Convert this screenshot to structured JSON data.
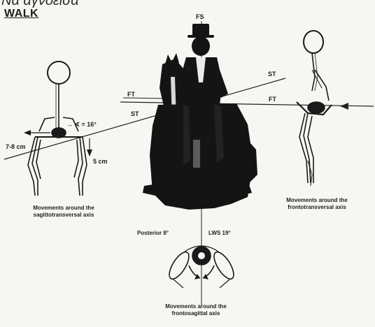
{
  "header": {
    "greek_text": "Να αγνοείσα",
    "title": "WALK"
  },
  "axes": {
    "fs": "FS",
    "st_top": "ST",
    "st_bottom": "ST",
    "ft_left": "FT",
    "ft_right": "FT"
  },
  "measurements": {
    "angle": "→ ∢ = 16°",
    "lateral": "7-8 cm",
    "vertical": "5 cm"
  },
  "captions": {
    "left": [
      "Movements around the",
      "sagittotransversal axis"
    ],
    "right": [
      "Movements around the",
      "frontotransversal axis"
    ],
    "bottom": [
      "Movements around the",
      "frontosagittal axis"
    ]
  },
  "pelvis": {
    "posterior": "Posterior 8°",
    "lws": "LWS 19°"
  },
  "colors": {
    "ink": "#1a1a1a",
    "background": "#f6f6f3"
  }
}
